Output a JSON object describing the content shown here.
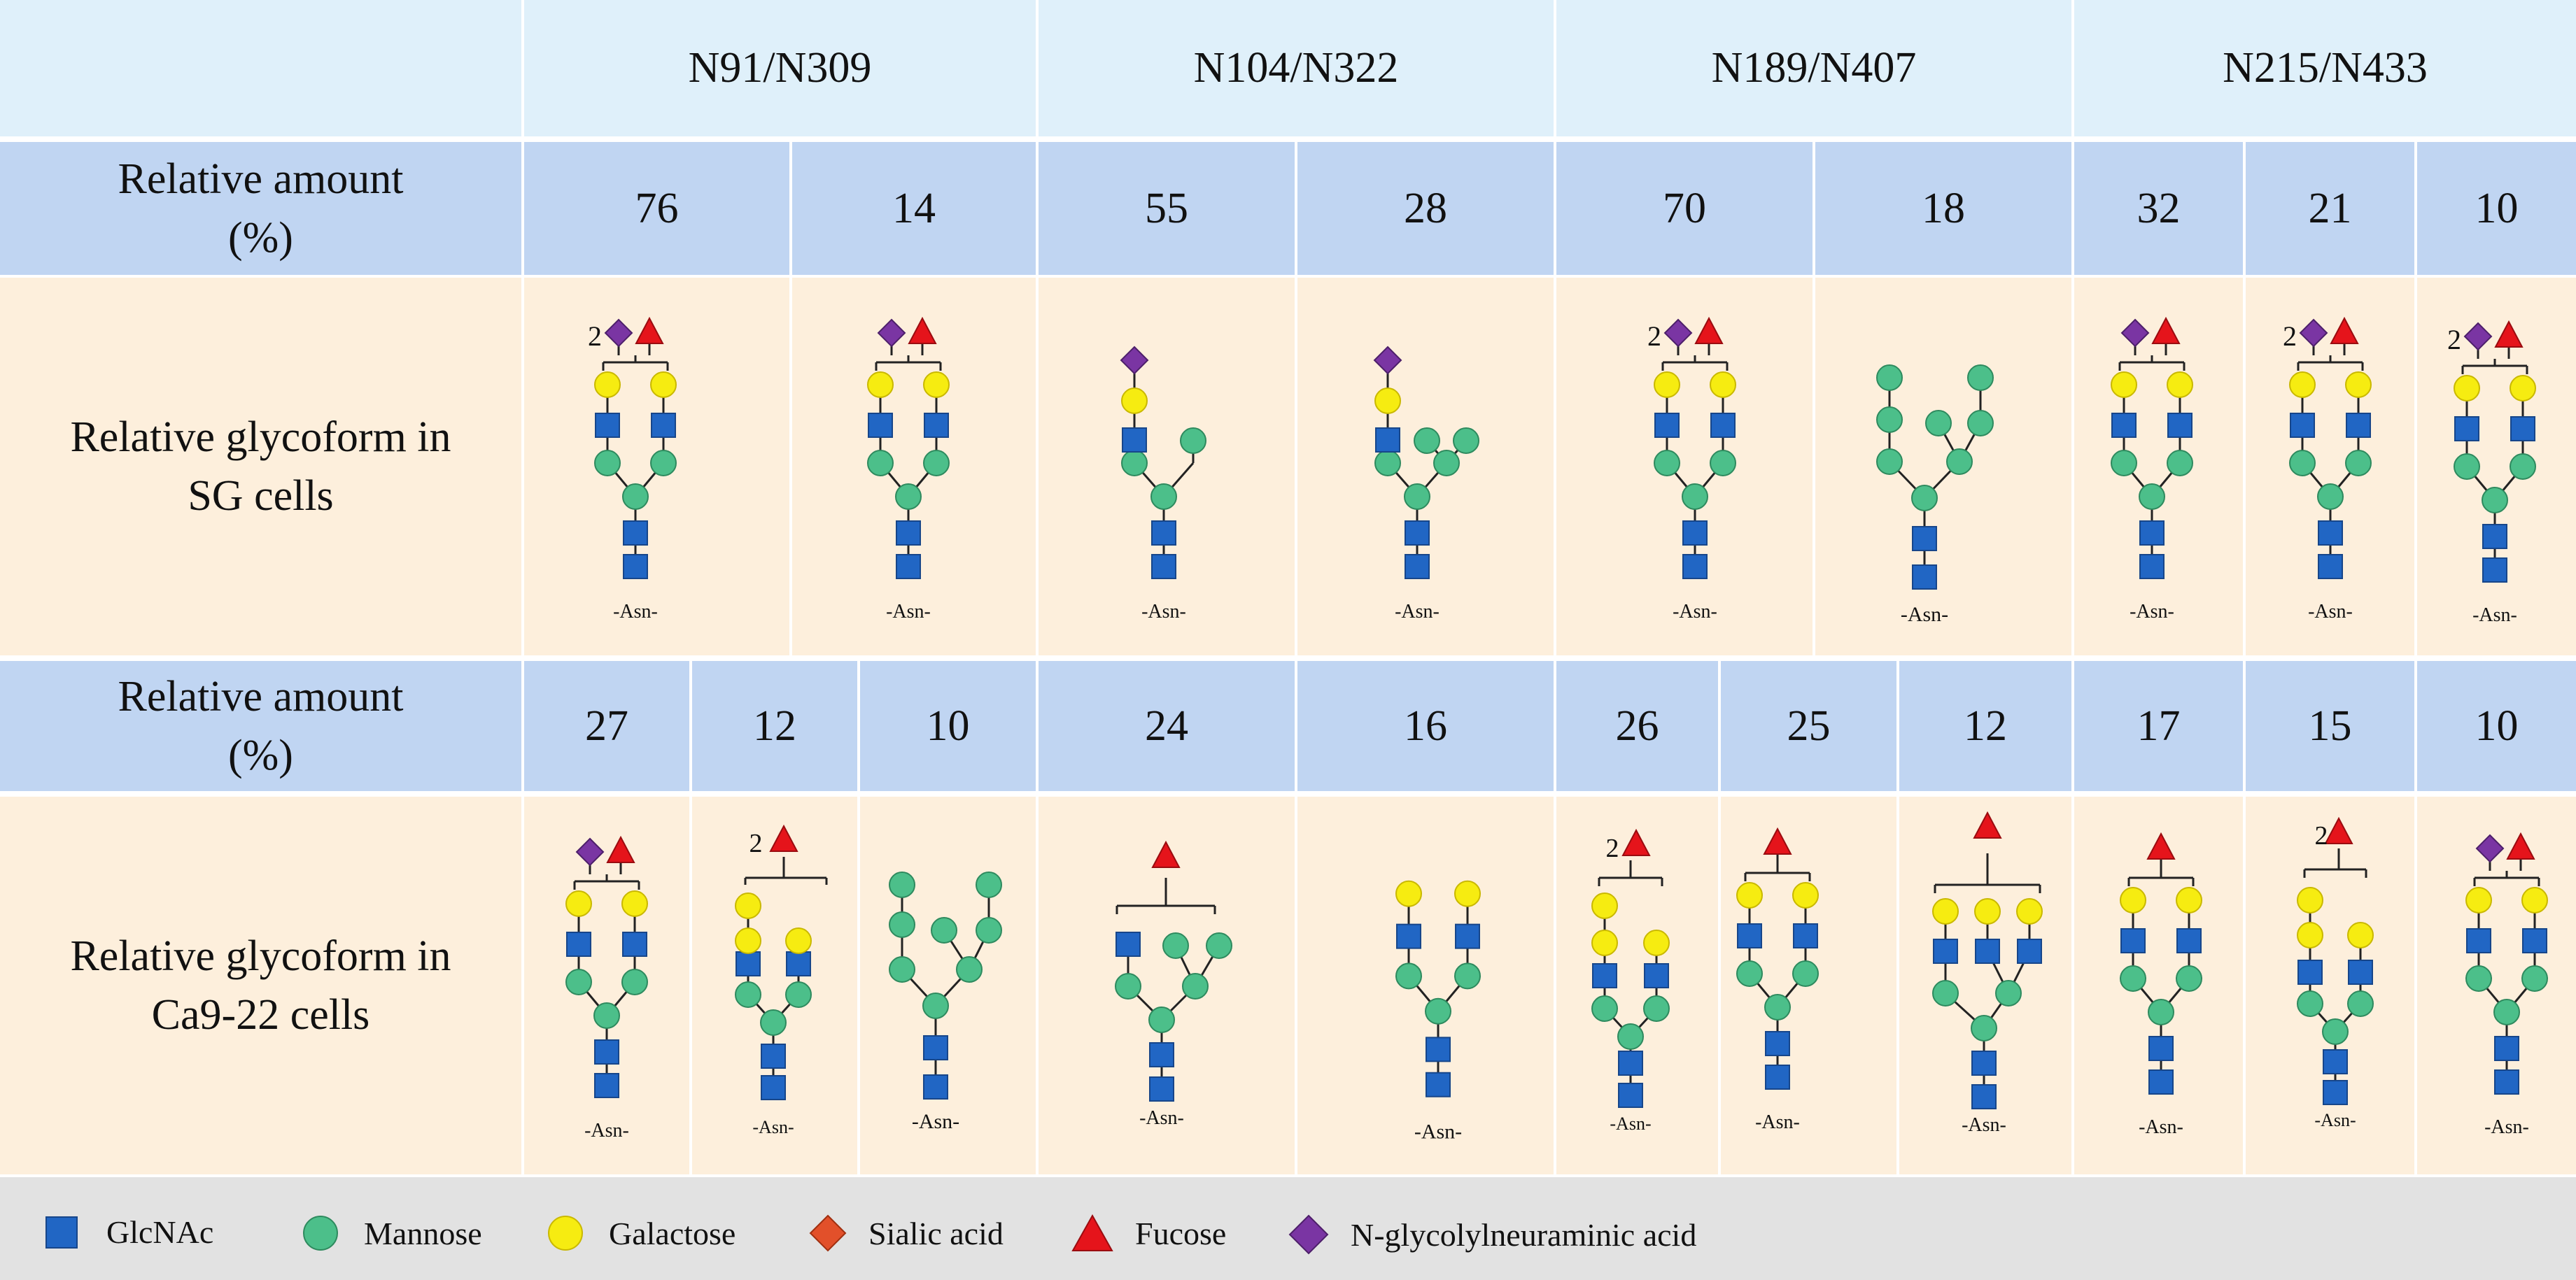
{
  "header": {
    "sites": [
      "N91/N309",
      "N104/N322",
      "N189/N407",
      "N215/N433"
    ]
  },
  "sg": {
    "amount_label_1": "Relative amount",
    "amount_label_2": "(%)",
    "glyco_label_1": "Relative glycoform in",
    "glyco_label_2": "SG cells",
    "amounts": [
      "76",
      "14",
      "55",
      "28",
      "70",
      "18",
      "32",
      "21",
      "10"
    ]
  },
  "ca": {
    "amount_label_1": "Relative amount",
    "amount_label_2": "(%)",
    "glyco_label_1": "Relative glycoform in",
    "glyco_label_2": "Ca9-22 cells",
    "amounts": [
      "27",
      "12",
      "10",
      "24",
      "16",
      "26",
      "25",
      "12",
      "17",
      "15",
      "10"
    ]
  },
  "structure_labels": {
    "asn": "-Asn-",
    "count2": "2"
  },
  "legend": {
    "glcnac": "GlcNAc",
    "mannose": "Mannose",
    "galactose": "Galactose",
    "sialic": "Sialic acid",
    "fucose": "Fucose",
    "ngna": "N-glycolylneuraminic acid"
  },
  "colors": {
    "header_bg": "#dff0fa",
    "amount_bg": "#c0d5f2",
    "glycoform_bg": "#fdefdc",
    "legend_bg": "#e2e2e2",
    "glcnac": "#2166c4",
    "mannose": "#4cbf8a",
    "galactose": "#f6ec11",
    "sialic": "#e2502a",
    "fucose": "#e5141b",
    "ngna": "#7a35a3"
  },
  "icons": [
    "blue-square-glcnac",
    "green-circle-mannose",
    "yellow-circle-galactose",
    "orange-diamond-sialic",
    "red-triangle-fucose",
    "purple-diamond-ngna"
  ]
}
